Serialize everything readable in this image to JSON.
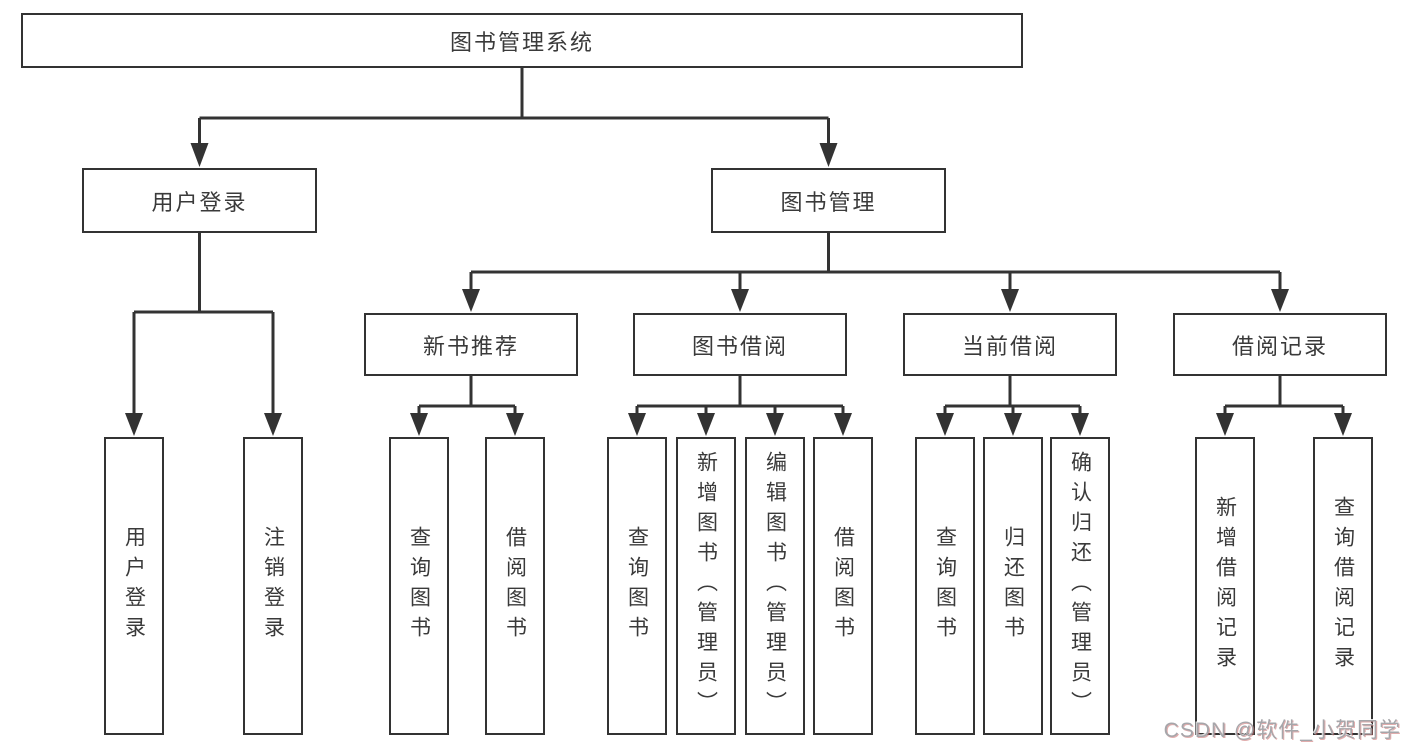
{
  "tree": {
    "label": "图书管理系统",
    "children": [
      {
        "label": "用户登录",
        "children": [
          {
            "label": "用户登录"
          },
          {
            "label": "注销登录"
          }
        ]
      },
      {
        "label": "图书管理",
        "children": [
          {
            "label": "新书推荐",
            "children": [
              {
                "label": "查询图书"
              },
              {
                "label": "借阅图书"
              }
            ]
          },
          {
            "label": "图书借阅",
            "children": [
              {
                "label": "查询图书"
              },
              {
                "label": "新增图书（管理员）"
              },
              {
                "label": "编辑图书（管理员）"
              },
              {
                "label": "借阅图书"
              }
            ]
          },
          {
            "label": "当前借阅",
            "children": [
              {
                "label": "查询图书"
              },
              {
                "label": "归还图书"
              },
              {
                "label": "确认归还（管理员）"
              }
            ]
          },
          {
            "label": "借阅记录",
            "children": [
              {
                "label": "新增借阅记录"
              },
              {
                "label": "查询借阅记录"
              }
            ]
          }
        ]
      }
    ]
  },
  "watermark": {
    "text": "CSDN @软件_小贺同学"
  },
  "colors": {
    "line": "#333333",
    "text": "#3a3a3a",
    "background": "#ffffff",
    "watermark_gray": "#a6a6aa",
    "watermark_red": "#c86a6a"
  }
}
